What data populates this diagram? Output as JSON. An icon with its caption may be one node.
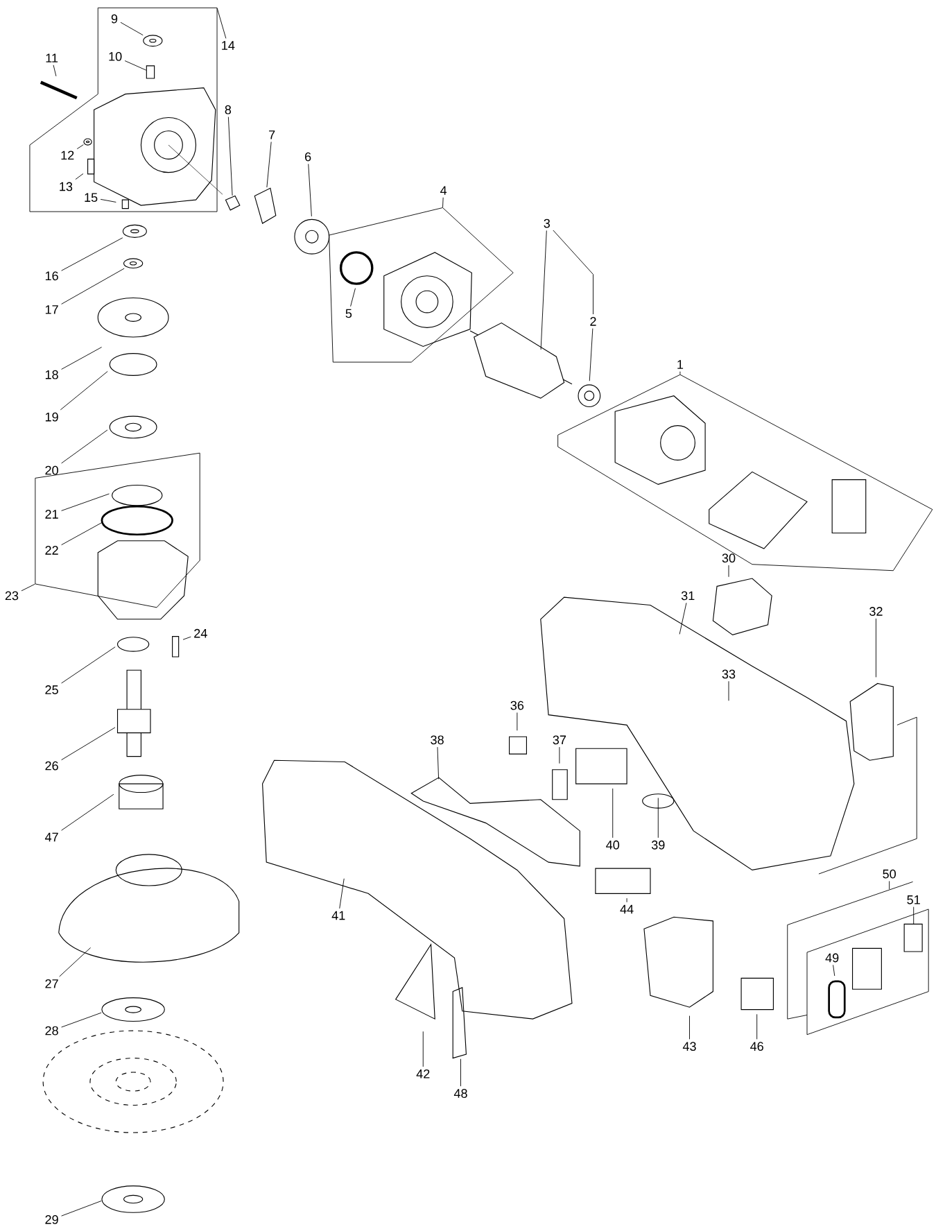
{
  "diagram": {
    "nodes": [
      {
        "text": [],
        "shape": "box"
      },
      {
        "text": [],
        "shape": "box"
      },
      {
        "text": [],
        "shape": "box"
      },
      {
        "text": [],
        "shape": "box"
      },
      {
        "text": [],
        "shape": "box"
      },
      {
        "text": [],
        "shape": "box"
      },
      {
        "text": [
          "1"
        ]
      },
      {
        "text": [
          "2"
        ]
      },
      {
        "text": [
          "3"
        ]
      },
      {
        "text": [
          "4"
        ]
      },
      {
        "text": [
          "5"
        ],
        "in": 1
      },
      {
        "text": [
          "6"
        ]
      },
      {
        "text": [
          "7"
        ]
      },
      {
        "text": [
          "8"
        ]
      },
      {
        "text": [
          "9"
        ],
        "in": 0
      },
      {
        "text": [
          "10"
        ],
        "in": 0
      },
      {
        "text": [
          "11"
        ]
      },
      {
        "text": [
          "12"
        ],
        "in": 0
      },
      {
        "text": [
          "13"
        ],
        "in": 0
      },
      {
        "text": [
          "14"
        ]
      },
      {
        "text": [
          "15"
        ],
        "in": 0
      },
      {
        "text": [
          "16"
        ]
      },
      {
        "text": [
          "17"
        ]
      },
      {
        "text": [
          "18"
        ]
      },
      {
        "text": [
          "19"
        ]
      },
      {
        "text": [
          "20"
        ]
      },
      {
        "text": [
          "21"
        ],
        "in": 3
      },
      {
        "text": [
          "22"
        ],
        "in": 3
      },
      {
        "text": [
          "23"
        ]
      },
      {
        "text": [
          "24"
        ]
      },
      {
        "text": [
          "25"
        ]
      },
      {
        "text": [
          "26"
        ]
      },
      {
        "text": [
          "27"
        ]
      },
      {
        "text": [
          "28"
        ]
      },
      {
        "text": [
          "29"
        ]
      },
      {
        "text": [
          "30"
        ]
      },
      {
        "text": [
          "31"
        ]
      },
      {
        "text": [
          "32"
        ]
      },
      {
        "text": [
          "33"
        ]
      },
      {
        "text": [
          "36"
        ]
      },
      {
        "text": [
          "37"
        ]
      },
      {
        "text": [
          "38"
        ]
      },
      {
        "text": [
          "39"
        ]
      },
      {
        "text": [
          "40"
        ]
      },
      {
        "text": [
          "41"
        ]
      },
      {
        "text": [
          "42"
        ]
      },
      {
        "text": [
          "43"
        ]
      },
      {
        "text": [
          "44"
        ]
      },
      {
        "text": [
          "46"
        ]
      },
      {
        "text": [
          "47"
        ]
      },
      {
        "text": [
          "48"
        ]
      },
      {
        "text": [
          "49"
        ]
      },
      {
        "text": [
          "50"
        ]
      },
      {
        "text": [
          "51"
        ]
      },
      {
        "text": [],
        "shape": "picture"
      },
      {
        "text": [],
        "shape": "picture",
        "in": 0
      },
      {
        "text": [],
        "shape": "box",
        "in": 0
      },
      {
        "text": [],
        "shape": "picture",
        "in": 0
      },
      {
        "text": [],
        "shape": "picture"
      },
      {
        "text": [],
        "shape": "picture"
      },
      {
        "text": [],
        "shape": "box",
        "in": 5
      }
    ],
    "edges": [
      {
        "from": 6,
        "to": 2,
        "arrow": "none"
      },
      {
        "from": 7,
        "to": null,
        "arrow": "none"
      },
      {
        "from": 8,
        "to": null,
        "arrow": "none"
      },
      {
        "from": 9,
        "to": 1,
        "arrow": "none"
      },
      {
        "from": 10,
        "to": null,
        "arrow": "none"
      },
      {
        "from": 11,
        "to": null,
        "arrow": "none"
      },
      {
        "from": 12,
        "to": null,
        "arrow": "none"
      },
      {
        "from": 13,
        "to": 54,
        "arrow": "none"
      },
      {
        "from": 14,
        "to": 55,
        "arrow": "none"
      },
      {
        "from": 15,
        "to": 56,
        "arrow": "none"
      },
      {
        "from": 16,
        "to": null,
        "arrow": "none"
      },
      {
        "from": 17,
        "to": 57,
        "arrow": "none"
      },
      {
        "from": 18,
        "to": null,
        "arrow": "none"
      },
      {
        "from": 19,
        "to": 0,
        "arrow": "none"
      },
      {
        "from": 20,
        "to": null,
        "arrow": "none"
      },
      {
        "from": 21,
        "to": 58,
        "arrow": "none"
      },
      {
        "from": 22,
        "to": 59,
        "arrow": "none"
      },
      {
        "from": 23,
        "to": null,
        "arrow": "none"
      },
      {
        "from": 24,
        "to": null,
        "arrow": "none"
      },
      {
        "from": 25,
        "to": null,
        "arrow": "none"
      },
      {
        "from": 26,
        "to": null,
        "arrow": "none"
      },
      {
        "from": 27,
        "to": null,
        "arrow": "none"
      },
      {
        "from": 28,
        "to": 3,
        "arrow": "none"
      },
      {
        "from": 29,
        "to": null,
        "arrow": "none"
      },
      {
        "from": 30,
        "to": null,
        "arrow": "none"
      },
      {
        "from": 31,
        "to": null,
        "arrow": "none"
      },
      {
        "from": 32,
        "to": null,
        "arrow": "none"
      },
      {
        "from": 33,
        "to": null,
        "arrow": "none"
      },
      {
        "from": 34,
        "to": null,
        "arrow": "none"
      },
      {
        "from": 35,
        "to": null,
        "arrow": "none"
      },
      {
        "from": 36,
        "to": null,
        "arrow": "none"
      },
      {
        "from": 37,
        "to": null,
        "arrow": "none"
      },
      {
        "from": 38,
        "to": null,
        "arrow": "none"
      },
      {
        "from": 39,
        "to": null,
        "arrow": "none"
      },
      {
        "from": 40,
        "to": null,
        "arrow": "none"
      },
      {
        "from": 41,
        "to": null,
        "arrow": "none"
      },
      {
        "from": 42,
        "to": null,
        "arrow": "none"
      },
      {
        "from": 43,
        "to": null,
        "arrow": "none"
      },
      {
        "from": 44,
        "to": null,
        "arrow": "none"
      },
      {
        "from": 45,
        "to": null,
        "arrow": "none"
      },
      {
        "from": 46,
        "to": null,
        "arrow": "none"
      },
      {
        "from": 47,
        "to": null,
        "arrow": "none"
      },
      {
        "from": 48,
        "to": null,
        "arrow": "none"
      },
      {
        "from": 49,
        "to": null,
        "arrow": "none"
      },
      {
        "from": 50,
        "to": null,
        "arrow": "none"
      },
      {
        "from": 51,
        "to": null,
        "arrow": "none"
      },
      {
        "from": 52,
        "to": 4,
        "arrow": "none"
      },
      {
        "from": 53,
        "to": 60,
        "arrow": "none"
      },
      {
        "from": 8,
        "to": 7,
        "arrow": "none"
      }
    ]
  }
}
